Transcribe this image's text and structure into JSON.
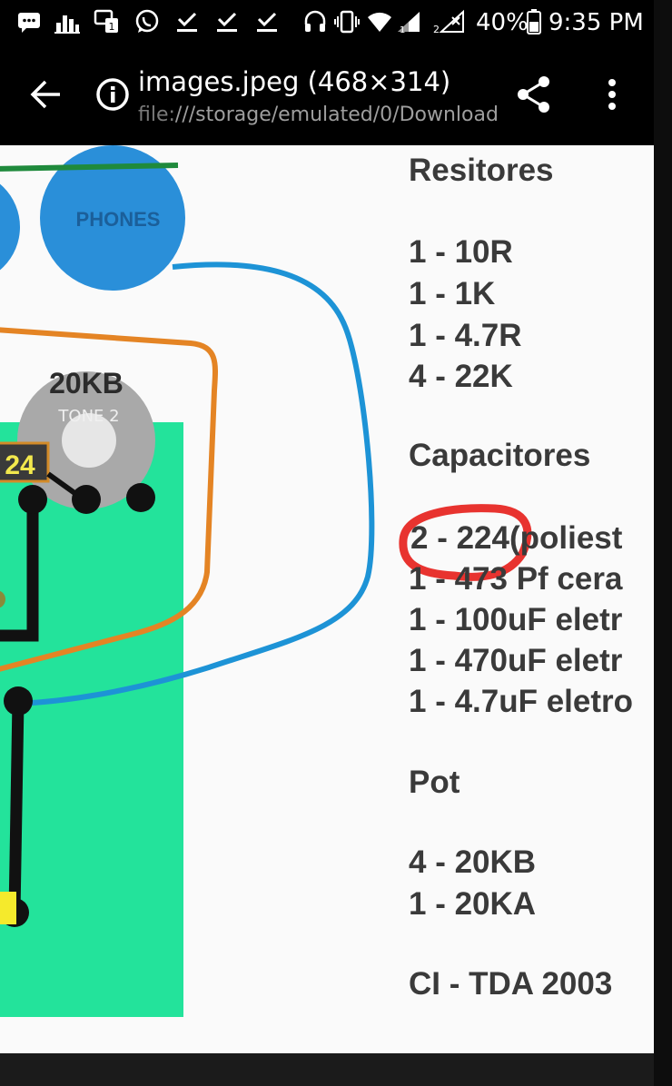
{
  "status_bar": {
    "battery_percent": "40%",
    "time": "9:35 PM",
    "icons": [
      "message-icon",
      "chart-icon",
      "sim-app-icon",
      "whatsapp-icon",
      "download-done-icon",
      "download-done-icon",
      "download-done-icon",
      "headset-icon",
      "vibrate-icon",
      "wifi-icon",
      "signal-sim1-icon",
      "signal-sim2-icon",
      "battery-icon"
    ]
  },
  "app_bar": {
    "title": "images.jpeg (468×314)",
    "subtitle_scheme": "file:",
    "subtitle_path": "///storage/emulated/0/Download",
    "icons": [
      "back-arrow-icon",
      "info-icon",
      "share-icon",
      "more-vert-icon"
    ]
  },
  "image": {
    "phones_label": "PHONES",
    "pot_label": "20KB",
    "tone_label": "TONE 2",
    "cap_label": "24",
    "parts": {
      "resistors_heading": "Resitores",
      "resistors": [
        "1 - 10R",
        "1 - 1K",
        "1 - 4.7R",
        "4 - 22K"
      ],
      "capacitors_heading": "Capacitores",
      "capacitors": [
        "2 - 224(poliest",
        "1 - 473 Pf cera",
        "1 - 100uF eletr",
        "1 - 470uF eletr",
        "1 - 4.7uF eletro"
      ],
      "pot_heading": "Pot",
      "pots": [
        "4 - 20KB",
        "1 - 20KA"
      ],
      "ic": "CI - TDA 2003"
    },
    "colors": {
      "board": "#23e39b",
      "wire_blue": "#1d93d6",
      "wire_orange": "#e48424",
      "wire_green": "#1f8a3c",
      "jack": "#2a8fd9",
      "highlight_circle": "#e8332f"
    }
  }
}
